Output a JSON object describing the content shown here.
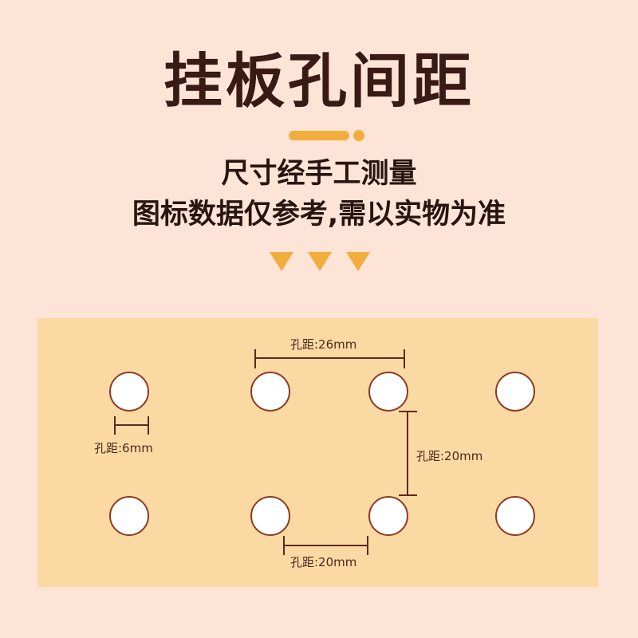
{
  "title": "挂板孔间距",
  "subtitle": {
    "line1": "尺寸经手工测量",
    "line2": "图标数据仅参考,需以实物为准"
  },
  "colors": {
    "background": "#fde4d6",
    "board": "#fbd9a3",
    "accent": "#f2ad3d",
    "hole_border": "#8e3a22",
    "dimension_line": "#5a2a1c",
    "title_text": "#3a1a14"
  },
  "decorations": {
    "arrows": [
      "triangle-down-icon",
      "triangle-down-icon",
      "triangle-down-icon"
    ]
  },
  "board": {
    "rows": 2,
    "columns": 4,
    "dimensions": {
      "horizontal_spacing": "孔距:26mm",
      "hole_diameter": "孔距:6mm",
      "vertical_spacing": "孔距:20mm",
      "bottom_spacing": "孔距:20mm"
    }
  }
}
